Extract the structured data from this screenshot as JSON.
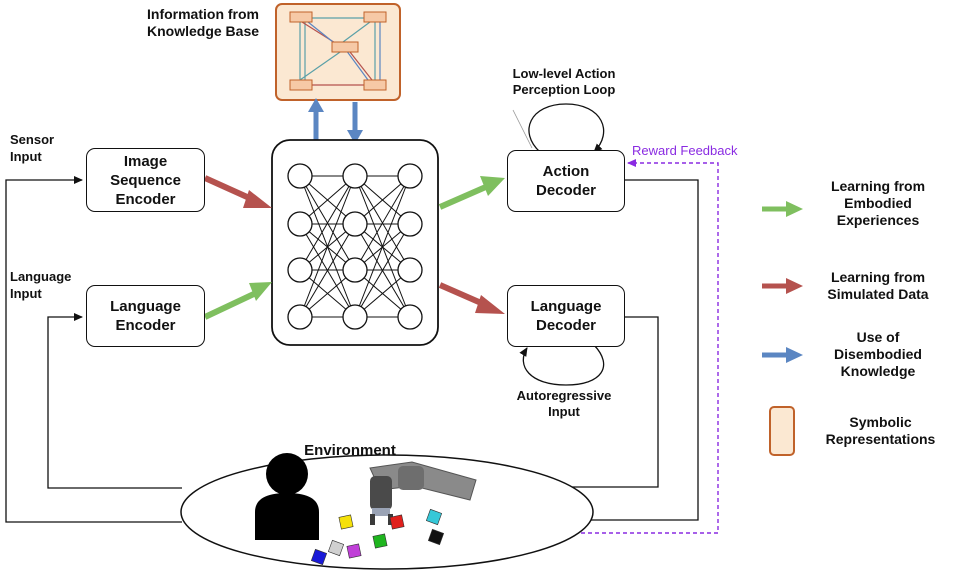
{
  "knowledge_base": {
    "title": "Information from\nKnowledge Base"
  },
  "inputs": {
    "sensor": "Sensor\nInput",
    "language": "Language\nInput"
  },
  "encoders": {
    "image": "Image\nSequence\nEncoder",
    "language": "Language\nEncoder"
  },
  "decoders": {
    "action": "Action\nDecoder",
    "language": "Language\nDecoder"
  },
  "loops": {
    "low_level": "Low-level Action\nPerception Loop",
    "autoregressive": "Autoregressive\nInput"
  },
  "reward_feedback": "Reward Feedback",
  "environment": "Environment",
  "legend": [
    {
      "label": "Learning from\nEmbodied\nExperiences",
      "color": "#7fbf5f"
    },
    {
      "label": "Learning from\nSimulated Data",
      "color": "#b5524e"
    },
    {
      "label": "Use of\nDisembodied\nKnowledge",
      "color": "#5b86c2"
    },
    {
      "label": "Symbolic\nRepresentations",
      "color": "#c0622a"
    }
  ],
  "colors": {
    "green": "#7fbf5f",
    "red": "#b5524e",
    "blue": "#5b86c2",
    "kb_fill": "#fbe8d2",
    "kb_border": "#c0622a",
    "purple": "#8a2be2"
  },
  "cube_colors": [
    "#f5e10a",
    "#d0d0d0",
    "#e0201c",
    "#35c8d8",
    "#1fb51f",
    "#111111",
    "#c03fd8",
    "#1a1ad8"
  ]
}
